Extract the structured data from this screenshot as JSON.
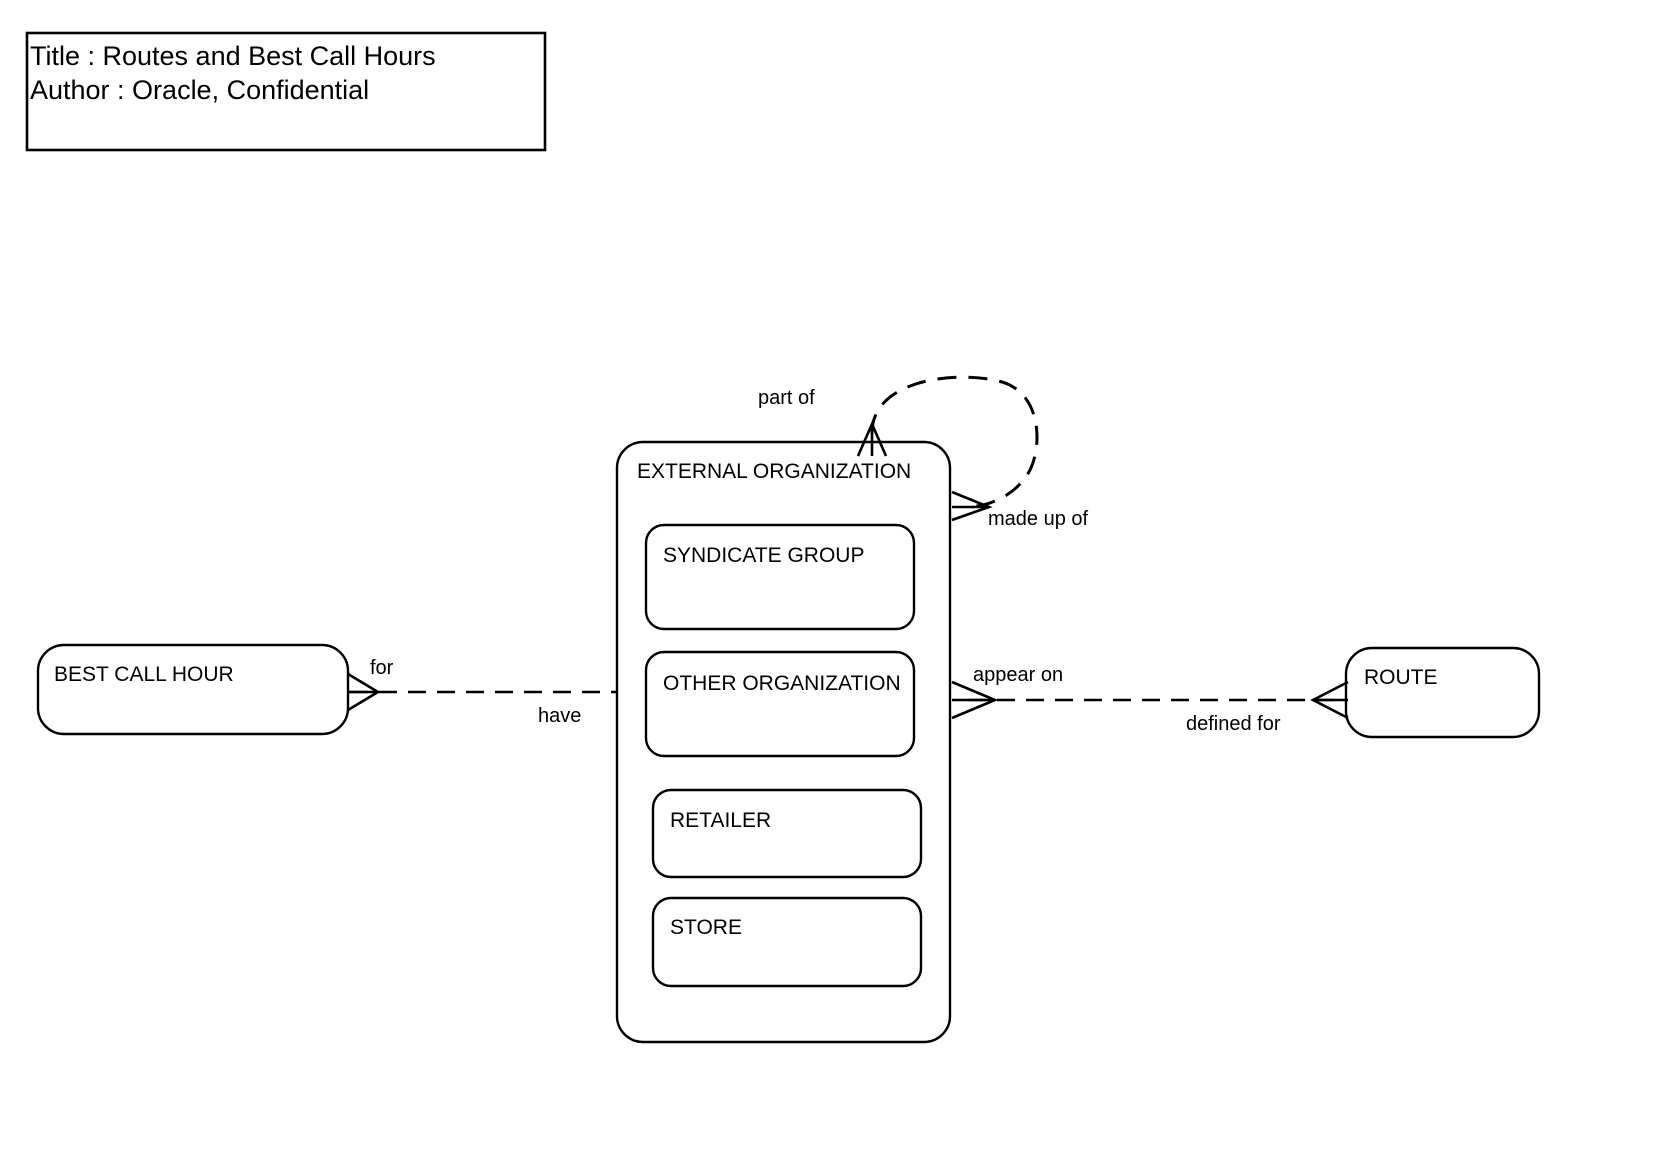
{
  "titleBlock": {
    "line1": "Title : Routes and Best Call Hours",
    "line2": "Author :  Oracle, Confidential"
  },
  "entities": {
    "best_call_hour": {
      "label": "BEST CALL HOUR"
    },
    "external_organization": {
      "label": "EXTERNAL ORGANIZATION"
    },
    "route": {
      "label": "ROUTE"
    }
  },
  "subEntities": [
    {
      "label": "SYNDICATE GROUP"
    },
    {
      "label": "OTHER ORGANIZATION"
    },
    {
      "label": "RETAILER"
    },
    {
      "label": "STORE"
    }
  ],
  "relationships": {
    "bch_to_extorg": {
      "upper_label": "for",
      "lower_label": "have"
    },
    "extorg_to_route": {
      "upper_label": "appear on",
      "lower_label": "defined for"
    },
    "extorg_self": {
      "upper_label": "part of",
      "lower_label": "made up of"
    }
  },
  "colors": {
    "stroke": "#000000",
    "background": "#ffffff"
  }
}
